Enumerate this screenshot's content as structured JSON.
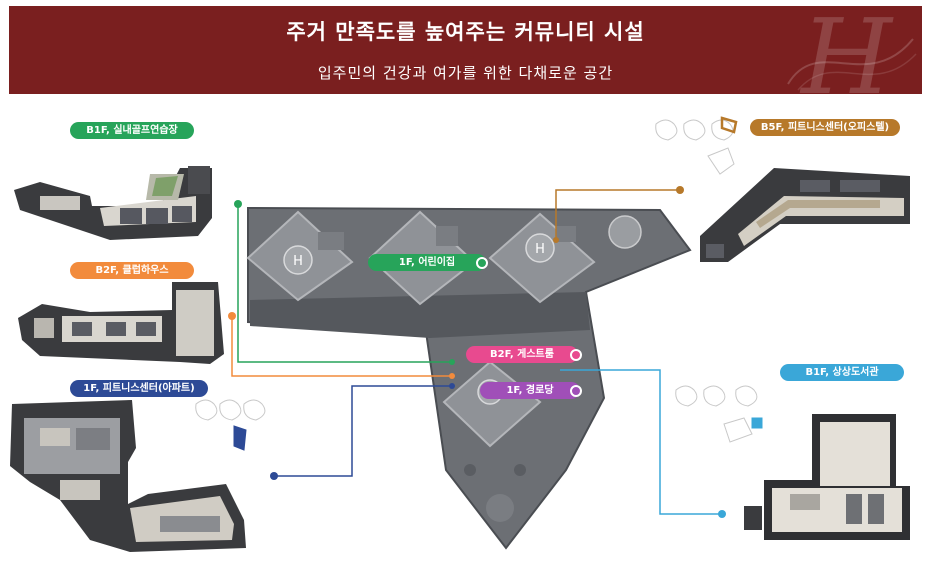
{
  "header": {
    "title": "주거 만족도를 높여주는 커뮤니티 시설",
    "subtitle": "입주민의 건강과 여가를 위한 다채로운 공간"
  },
  "labels": {
    "b1_golf": "B1F, 실내골프연습장",
    "b2_club": "B2F, 클럽하우스",
    "f1_fitness_apt": "1F, 피트니스센터(아파트)",
    "b5_fitness_office": "B5F, 피트니스센터(오피스텔)",
    "f1_daycare": "1F, 어린이집",
    "b2_guest": "B2F, 게스트룸",
    "f1_senior": "1F, 경로당",
    "b1_library": "B1F, 상상도서관"
  },
  "colors": {
    "header": "#7a1f1f",
    "green": "#27a45a",
    "orange": "#f28b3c",
    "navy": "#2d4a96",
    "brown": "#b7792a",
    "pink": "#e84a8f",
    "purple": "#a04fb8",
    "sky": "#3aa7d8"
  }
}
